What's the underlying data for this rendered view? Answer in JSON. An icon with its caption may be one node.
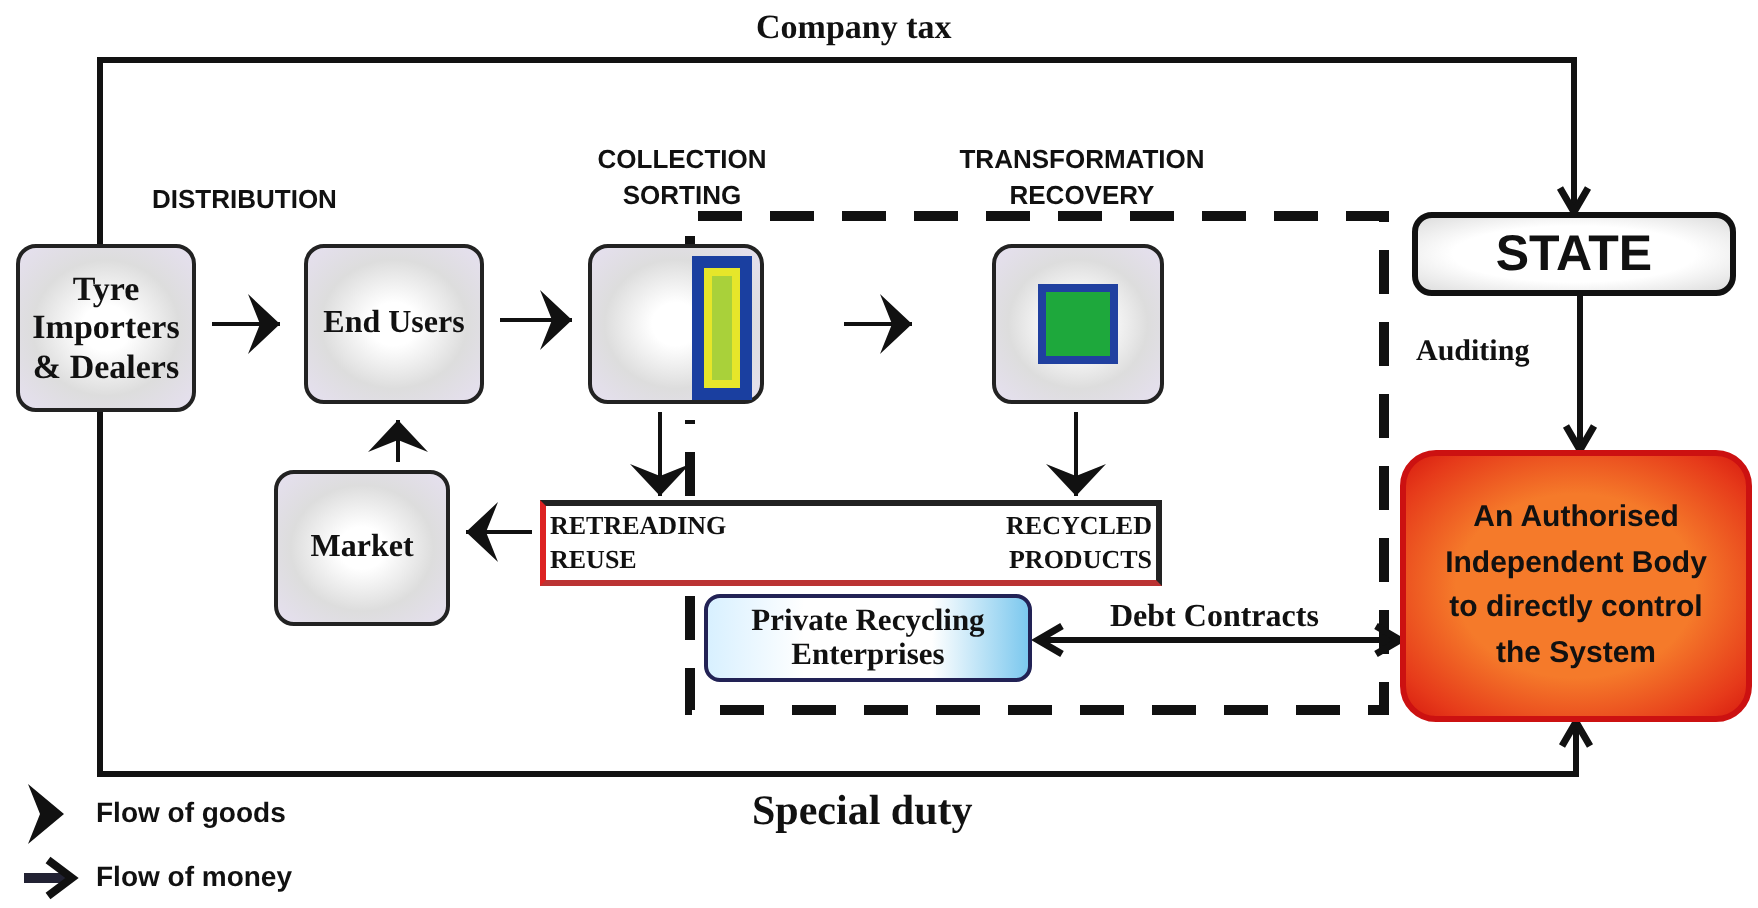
{
  "diagram": {
    "nodes": [
      {
        "text": [
          "Tyre Importers & Dealers"
        ]
      },
      {
        "text": [
          "End Users"
        ]
      },
      {
        "text": [],
        "shape": "box",
        "beside": [
          "COLLECTION SORTING"
        ]
      },
      {
        "text": [],
        "shape": "box",
        "beside": [
          "TRANSFORMATION RECOVERY"
        ]
      },
      {
        "text": [
          "Market"
        ]
      },
      {
        "text": [
          "RETREADING REUSE",
          "RECYCLED PRODUCTS"
        ]
      },
      {
        "text": [
          "Private Recycling Enterprises"
        ]
      },
      {
        "text": [
          "STATE"
        ]
      },
      {
        "text": [
          "An Authorised Independent Body to directly control the System"
        ]
      }
    ],
    "edges": [
      {
        "from": 0,
        "to": 1,
        "arrow": "to"
      },
      {
        "from": 1,
        "to": 2,
        "arrow": "to"
      },
      {
        "from": 2,
        "to": 3,
        "arrow": "to"
      },
      {
        "from": 2,
        "to": 5,
        "arrow": "to"
      },
      {
        "from": 3,
        "to": 5,
        "arrow": "to"
      },
      {
        "from": 5,
        "to": 4,
        "arrow": "to"
      },
      {
        "from": 4,
        "to": 1,
        "arrow": "to"
      },
      {
        "from": 0,
        "to": 7,
        "arrow": "to",
        "label": "Company tax"
      },
      {
        "from": 0,
        "to": 8,
        "arrow": "to",
        "label": "Special duty"
      },
      {
        "from": 7,
        "to": 8,
        "arrow": "to",
        "label": "Auditing"
      },
      {
        "from": 6,
        "to": 8,
        "arrow": "both",
        "label": "Debt Contracts"
      }
    ],
    "labels": [
      "DISTRIBUTION"
    ],
    "legend": [
      {
        "text": "Flow of goods"
      },
      {
        "text": "Flow of money"
      }
    ]
  }
}
